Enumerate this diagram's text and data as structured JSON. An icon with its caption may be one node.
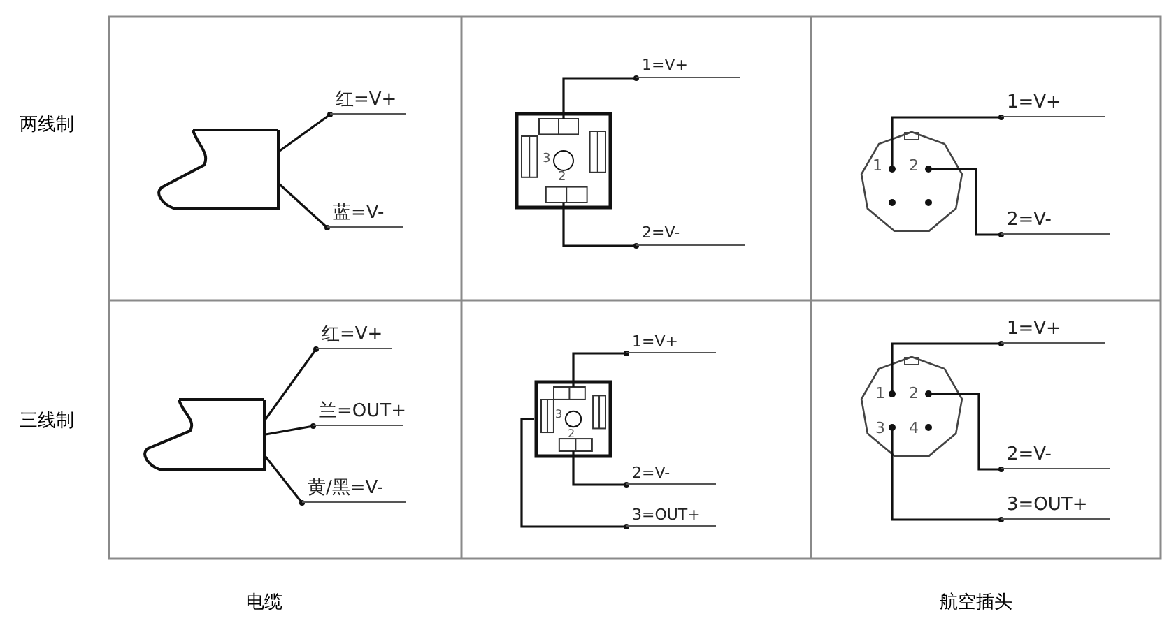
{
  "diagram": {
    "nodes": [
      {
        "text": [],
        "shape": "picture"
      },
      {
        "text": [
          "红=V+"
        ]
      },
      {
        "text": [
          "蓝=V-"
        ]
      },
      {
        "text": [],
        "shape": "picture"
      },
      {
        "text": [
          "1=V+"
        ]
      },
      {
        "text": [
          "2=V-"
        ]
      },
      {
        "text": [],
        "shape": "picture"
      },
      {
        "text": [
          "1=V+"
        ]
      },
      {
        "text": [
          "2=V-"
        ]
      },
      {
        "text": [],
        "shape": "picture"
      },
      {
        "text": [
          "红=V+"
        ]
      },
      {
        "text": [
          "兰=OUT+"
        ]
      },
      {
        "text": [
          "黄/黑=V-"
        ]
      },
      {
        "text": [],
        "shape": "picture"
      },
      {
        "text": [
          "1=V+"
        ]
      },
      {
        "text": [
          "2=V-"
        ]
      },
      {
        "text": [
          "3=OUT+"
        ]
      },
      {
        "text": [],
        "shape": "picture"
      },
      {
        "text": [
          "1=V+"
        ]
      },
      {
        "text": [
          "2=V-"
        ]
      },
      {
        "text": [
          "3=OUT+"
        ]
      }
    ],
    "edges": [
      {
        "from": 0,
        "to": 1,
        "arrow": "other"
      },
      {
        "from": 0,
        "to": 2,
        "arrow": "other"
      },
      {
        "from": 3,
        "to": 4,
        "arrow": "other"
      },
      {
        "from": 3,
        "to": 5,
        "arrow": "other"
      },
      {
        "from": 6,
        "to": 7,
        "arrow": "other"
      },
      {
        "from": 6,
        "to": 8,
        "arrow": "other"
      },
      {
        "from": 9,
        "to": 10,
        "arrow": "other"
      },
      {
        "from": 9,
        "to": 11,
        "arrow": "other"
      },
      {
        "from": 9,
        "to": 12,
        "arrow": "other"
      },
      {
        "from": 13,
        "to": 14,
        "arrow": "other"
      },
      {
        "from": 13,
        "to": 15,
        "arrow": "other"
      },
      {
        "from": 13,
        "to": 16,
        "arrow": "other"
      },
      {
        "from": 17,
        "to": 18,
        "arrow": "other"
      },
      {
        "from": 17,
        "to": 19,
        "arrow": "other"
      },
      {
        "from": 17,
        "to": 20,
        "arrow": "other"
      }
    ],
    "labels": [
      "两线制",
      "3",
      "2",
      "1",
      "2",
      "三线制",
      "3",
      "2",
      "1",
      "2",
      "3",
      "4",
      "电缆",
      "航空插头"
    ]
  }
}
